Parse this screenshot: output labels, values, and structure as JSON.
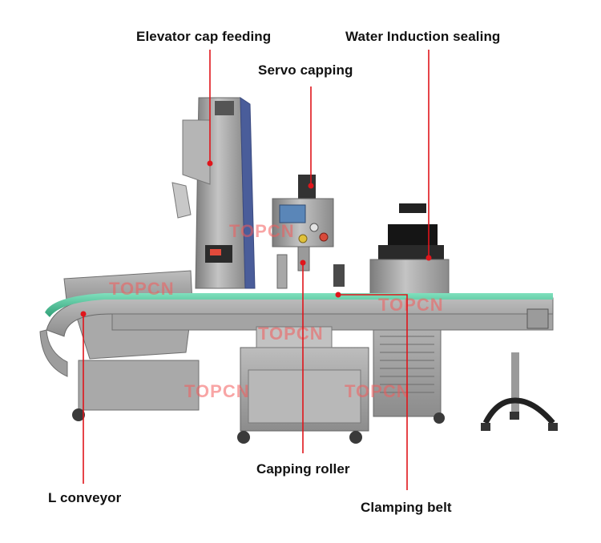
{
  "labels": {
    "elevator": "Elevator cap feeding",
    "servo": "Servo capping",
    "induction": "Water Induction sealing",
    "roller": "Capping roller",
    "conveyor": "L conveyor",
    "clamping": "Clamping belt"
  },
  "watermark": "TOPCN",
  "colors": {
    "leader": "#e0151b",
    "watermark": "#f25b5b",
    "steel": "#9a9a9a",
    "belt": "#3fbf8f"
  }
}
